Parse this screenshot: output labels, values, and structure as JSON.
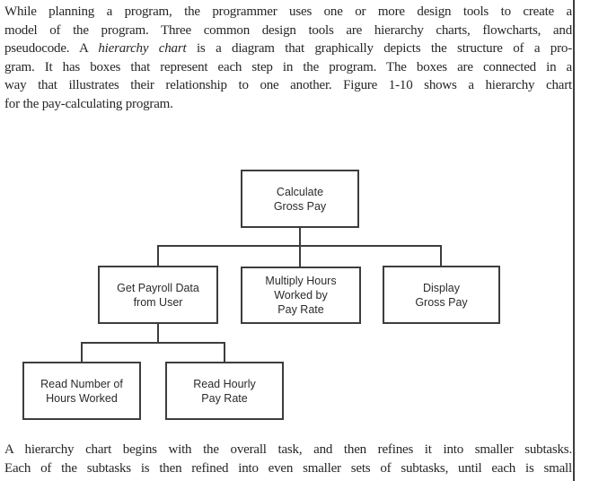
{
  "colors": {
    "background": "#ffffff",
    "text": "#262626",
    "diagram_line": "#3d3d3d"
  },
  "paragraph_top": {
    "line1": "While planning a program, the programmer uses one or more design tools to create a",
    "line2": "model of the program. Three common design tools are hierarchy charts, flowcharts, and",
    "line3_pre": "pseudocode. A ",
    "line3_italic": "hierarchy chart",
    "line3_post": " is a diagram that graphically depicts the structure of a pro-",
    "line4": "gram. It has boxes that represent each step in the program. The boxes are connected in a",
    "line5": "way that illustrates their relationship to one another. Figure 1-10 shows a hierarchy chart",
    "line6": "for the pay-calculating program."
  },
  "diagram": {
    "description": "Hierarchy chart for the pay-calculating program",
    "nodes": {
      "calculate": {
        "lines": [
          "Calculate",
          "Gross Pay"
        ],
        "parent": null
      },
      "get_payroll": {
        "lines": [
          "Get Payroll Data",
          "from User"
        ],
        "parent": "calculate"
      },
      "multiply": {
        "lines": [
          "Multiply Hours",
          "Worked by",
          "Pay Rate"
        ],
        "parent": "calculate"
      },
      "display": {
        "lines": [
          "Display",
          "Gross Pay"
        ],
        "parent": "calculate"
      },
      "read_number": {
        "lines": [
          "Read Number of",
          "Hours Worked"
        ],
        "parent": "get_payroll"
      },
      "read_hourly": {
        "lines": [
          "Read Hourly",
          "Pay Rate"
        ],
        "parent": "get_payroll"
      }
    }
  },
  "paragraph_bottom": {
    "line1": "A hierarchy chart begins with the overall task, and then refines it into smaller subtasks.",
    "line2": "Each of the subtasks is then refined into even smaller sets of subtasks, until each is small"
  }
}
